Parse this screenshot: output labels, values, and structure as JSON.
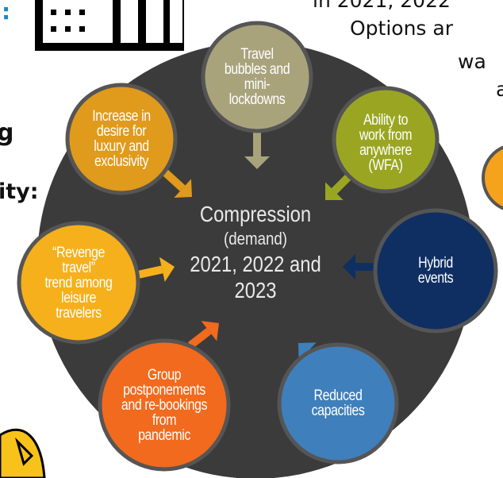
{
  "header": {
    "line1_fragment": "in 2021, 2022",
    "line2_fragment": "Options ar",
    "line3_fragment": "wa",
    "line4_fragment": "a"
  },
  "left_fragments": {
    "colon_fragment": ":",
    "g_fragment": "g",
    "ity_fragment": "ity:"
  },
  "center": {
    "line1": "Compression",
    "line2": "(demand)",
    "line3": "2021, 2022 and",
    "line4": "2023"
  },
  "nodes": [
    {
      "label": "Travel bubbles and mini-lockdowns",
      "color": "#a9a37c",
      "text_color": "#ffffff"
    },
    {
      "label": "Ability to work from anywhere (WFA)",
      "color": "#9aa622",
      "text_color": "#ffffff"
    },
    {
      "label": "Hybrid events",
      "color": "#0f2f63",
      "text_color": "#ffffff"
    },
    {
      "label": "Reduced capacities",
      "color": "#3f7fbb",
      "text_color": "#ffffff"
    },
    {
      "label": "Group postponements and re-bookings from pandemic",
      "color": "#f26a1d",
      "text_color": "#ffffff"
    },
    {
      "label": "“Revenge travel” trend among leisure travelers",
      "color": "#f5b01c",
      "text_color": "#ffffff"
    },
    {
      "label": "Increase in desire for luxury and exclusivity",
      "color": "#e09a1c",
      "text_color": "#ffffff"
    }
  ],
  "colors": {
    "center_disc": "#3b3b3b",
    "node_border": "#555555",
    "partial_circle": "#f5a21c"
  }
}
